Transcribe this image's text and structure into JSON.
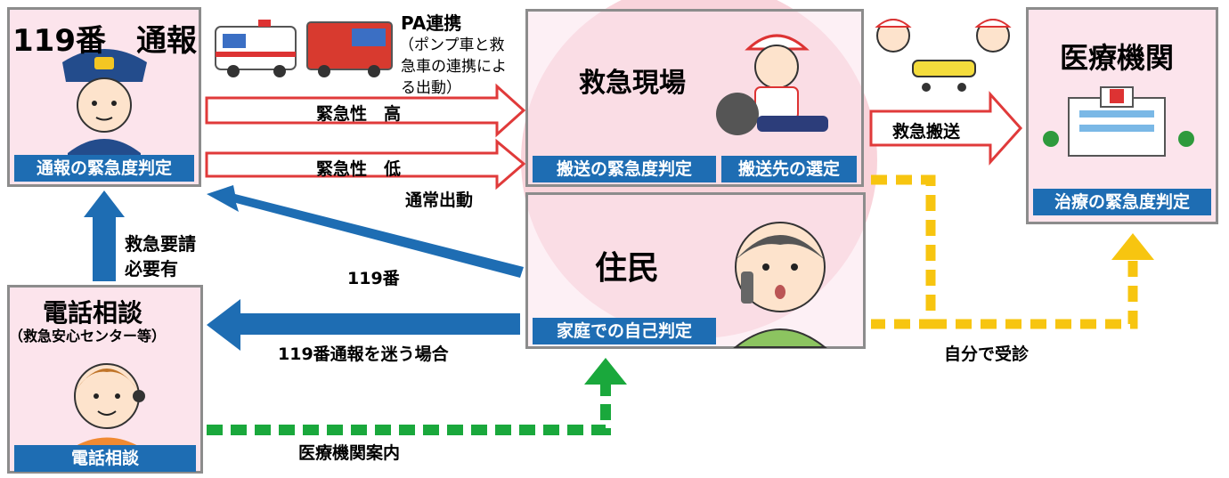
{
  "call119": {
    "title": "119番　通報",
    "tag": "通報の緊急度判定"
  },
  "pa": {
    "title": "PA連携",
    "note_line1": "（ポンプ車と救",
    "note_line2": "急車の連携によ",
    "note_line3": "る出動）"
  },
  "scene": {
    "title": "救急現場",
    "tag1": "搬送の緊急度判定",
    "tag2": "搬送先の選定"
  },
  "hospital": {
    "title": "医療機関",
    "tag": "治療の緊急度判定"
  },
  "resident": {
    "title": "住民",
    "tag": "家庭での自己判定"
  },
  "consult": {
    "title": "電話相談",
    "subtitle": "（救急安心センター等）",
    "tag": "電話相談"
  },
  "arrows": {
    "urgent_high": "緊急性　高",
    "urgent_low": "緊急性　低",
    "normal_dispatch": "通常出動",
    "transport": "救急搬送",
    "request_line1": "救急要請",
    "request_line2": "必要有",
    "call_119": "119番",
    "hesitate": "119番通報を迷う場合",
    "self_visit": "自分で受診",
    "guide": "医療機関案内"
  },
  "colors": {
    "blue_arrow": "#1e6db3",
    "red_arrow": "#e03a3a",
    "yellow_dash": "#f7c510",
    "green_dash": "#1aa83c",
    "box_fill": "#fce4ec",
    "circle": "#f7c6cf"
  }
}
